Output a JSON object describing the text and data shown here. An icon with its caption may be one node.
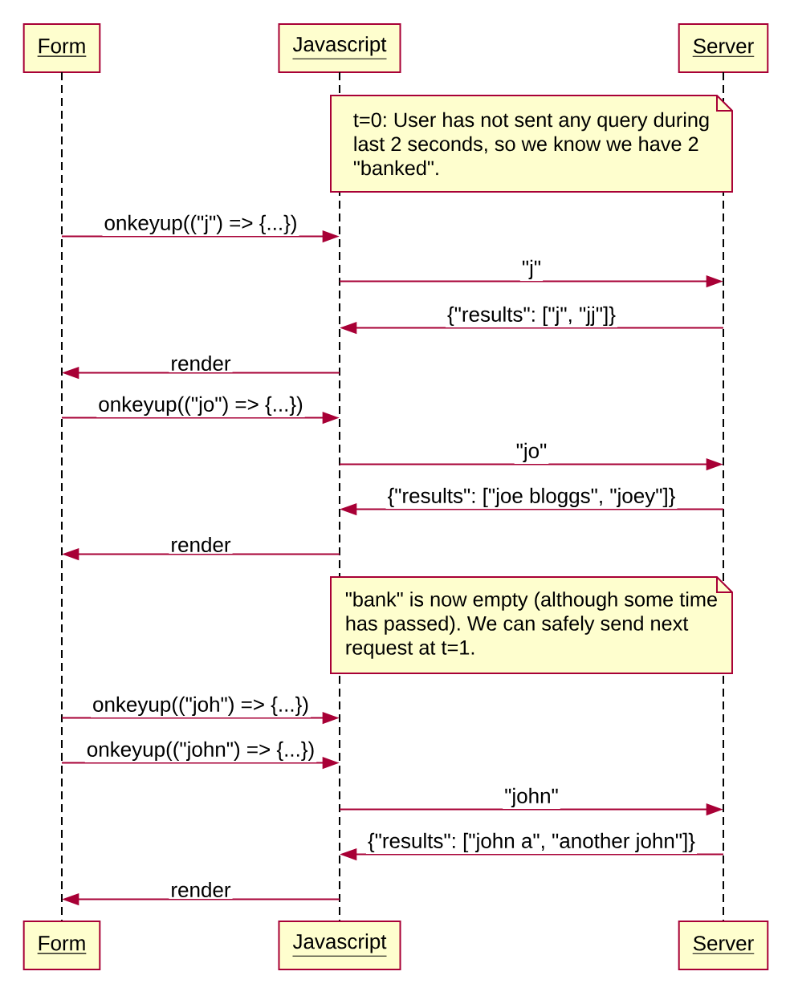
{
  "diagram": {
    "nodes": [
      {
        "text": [
          "Form",
          "Form"
        ]
      },
      {
        "text": [
          "Javascript",
          "Javascript"
        ]
      },
      {
        "text": [
          "Server",
          "Server"
        ]
      },
      {
        "text": [
          "t=0: User has not sent any query during last 2 seconds, so we know we have 2 \"banked\"."
        ]
      },
      {
        "text": [
          "\"bank\" is now empty (although some time has passed). We can safely send next request at t=1."
        ]
      }
    ],
    "edges": [
      {
        "from": 0,
        "to": 1,
        "arrow": "to",
        "label": "onkeyup((\"j\") => {...})"
      },
      {
        "from": 1,
        "to": 2,
        "arrow": "to",
        "label": "\"j\""
      },
      {
        "from": 2,
        "to": 1,
        "arrow": "to",
        "label": "{\"results\": [\"j\", \"jj\"]}"
      },
      {
        "from": 1,
        "to": 0,
        "arrow": "to",
        "label": "render"
      },
      {
        "from": 0,
        "to": 1,
        "arrow": "to",
        "label": "onkeyup((\"jo\") => {...})"
      },
      {
        "from": 1,
        "to": 2,
        "arrow": "to",
        "label": "\"jo\""
      },
      {
        "from": 2,
        "to": 1,
        "arrow": "to",
        "label": "{\"results\": [\"joe bloggs\", \"joey\"]}"
      },
      {
        "from": 1,
        "to": 0,
        "arrow": "to",
        "label": "render"
      },
      {
        "from": 0,
        "to": 1,
        "arrow": "to",
        "label": "onkeyup((\"joh\") => {...})"
      },
      {
        "from": 0,
        "to": 1,
        "arrow": "to",
        "label": "onkeyup((\"john\") => {...})"
      },
      {
        "from": 1,
        "to": 2,
        "arrow": "to",
        "label": "\"john\""
      },
      {
        "from": 2,
        "to": 1,
        "arrow": "to",
        "label": "{\"results\": [\"john a\", \"another john\"]}"
      },
      {
        "from": 1,
        "to": 0,
        "arrow": "to",
        "label": "render"
      }
    ]
  }
}
